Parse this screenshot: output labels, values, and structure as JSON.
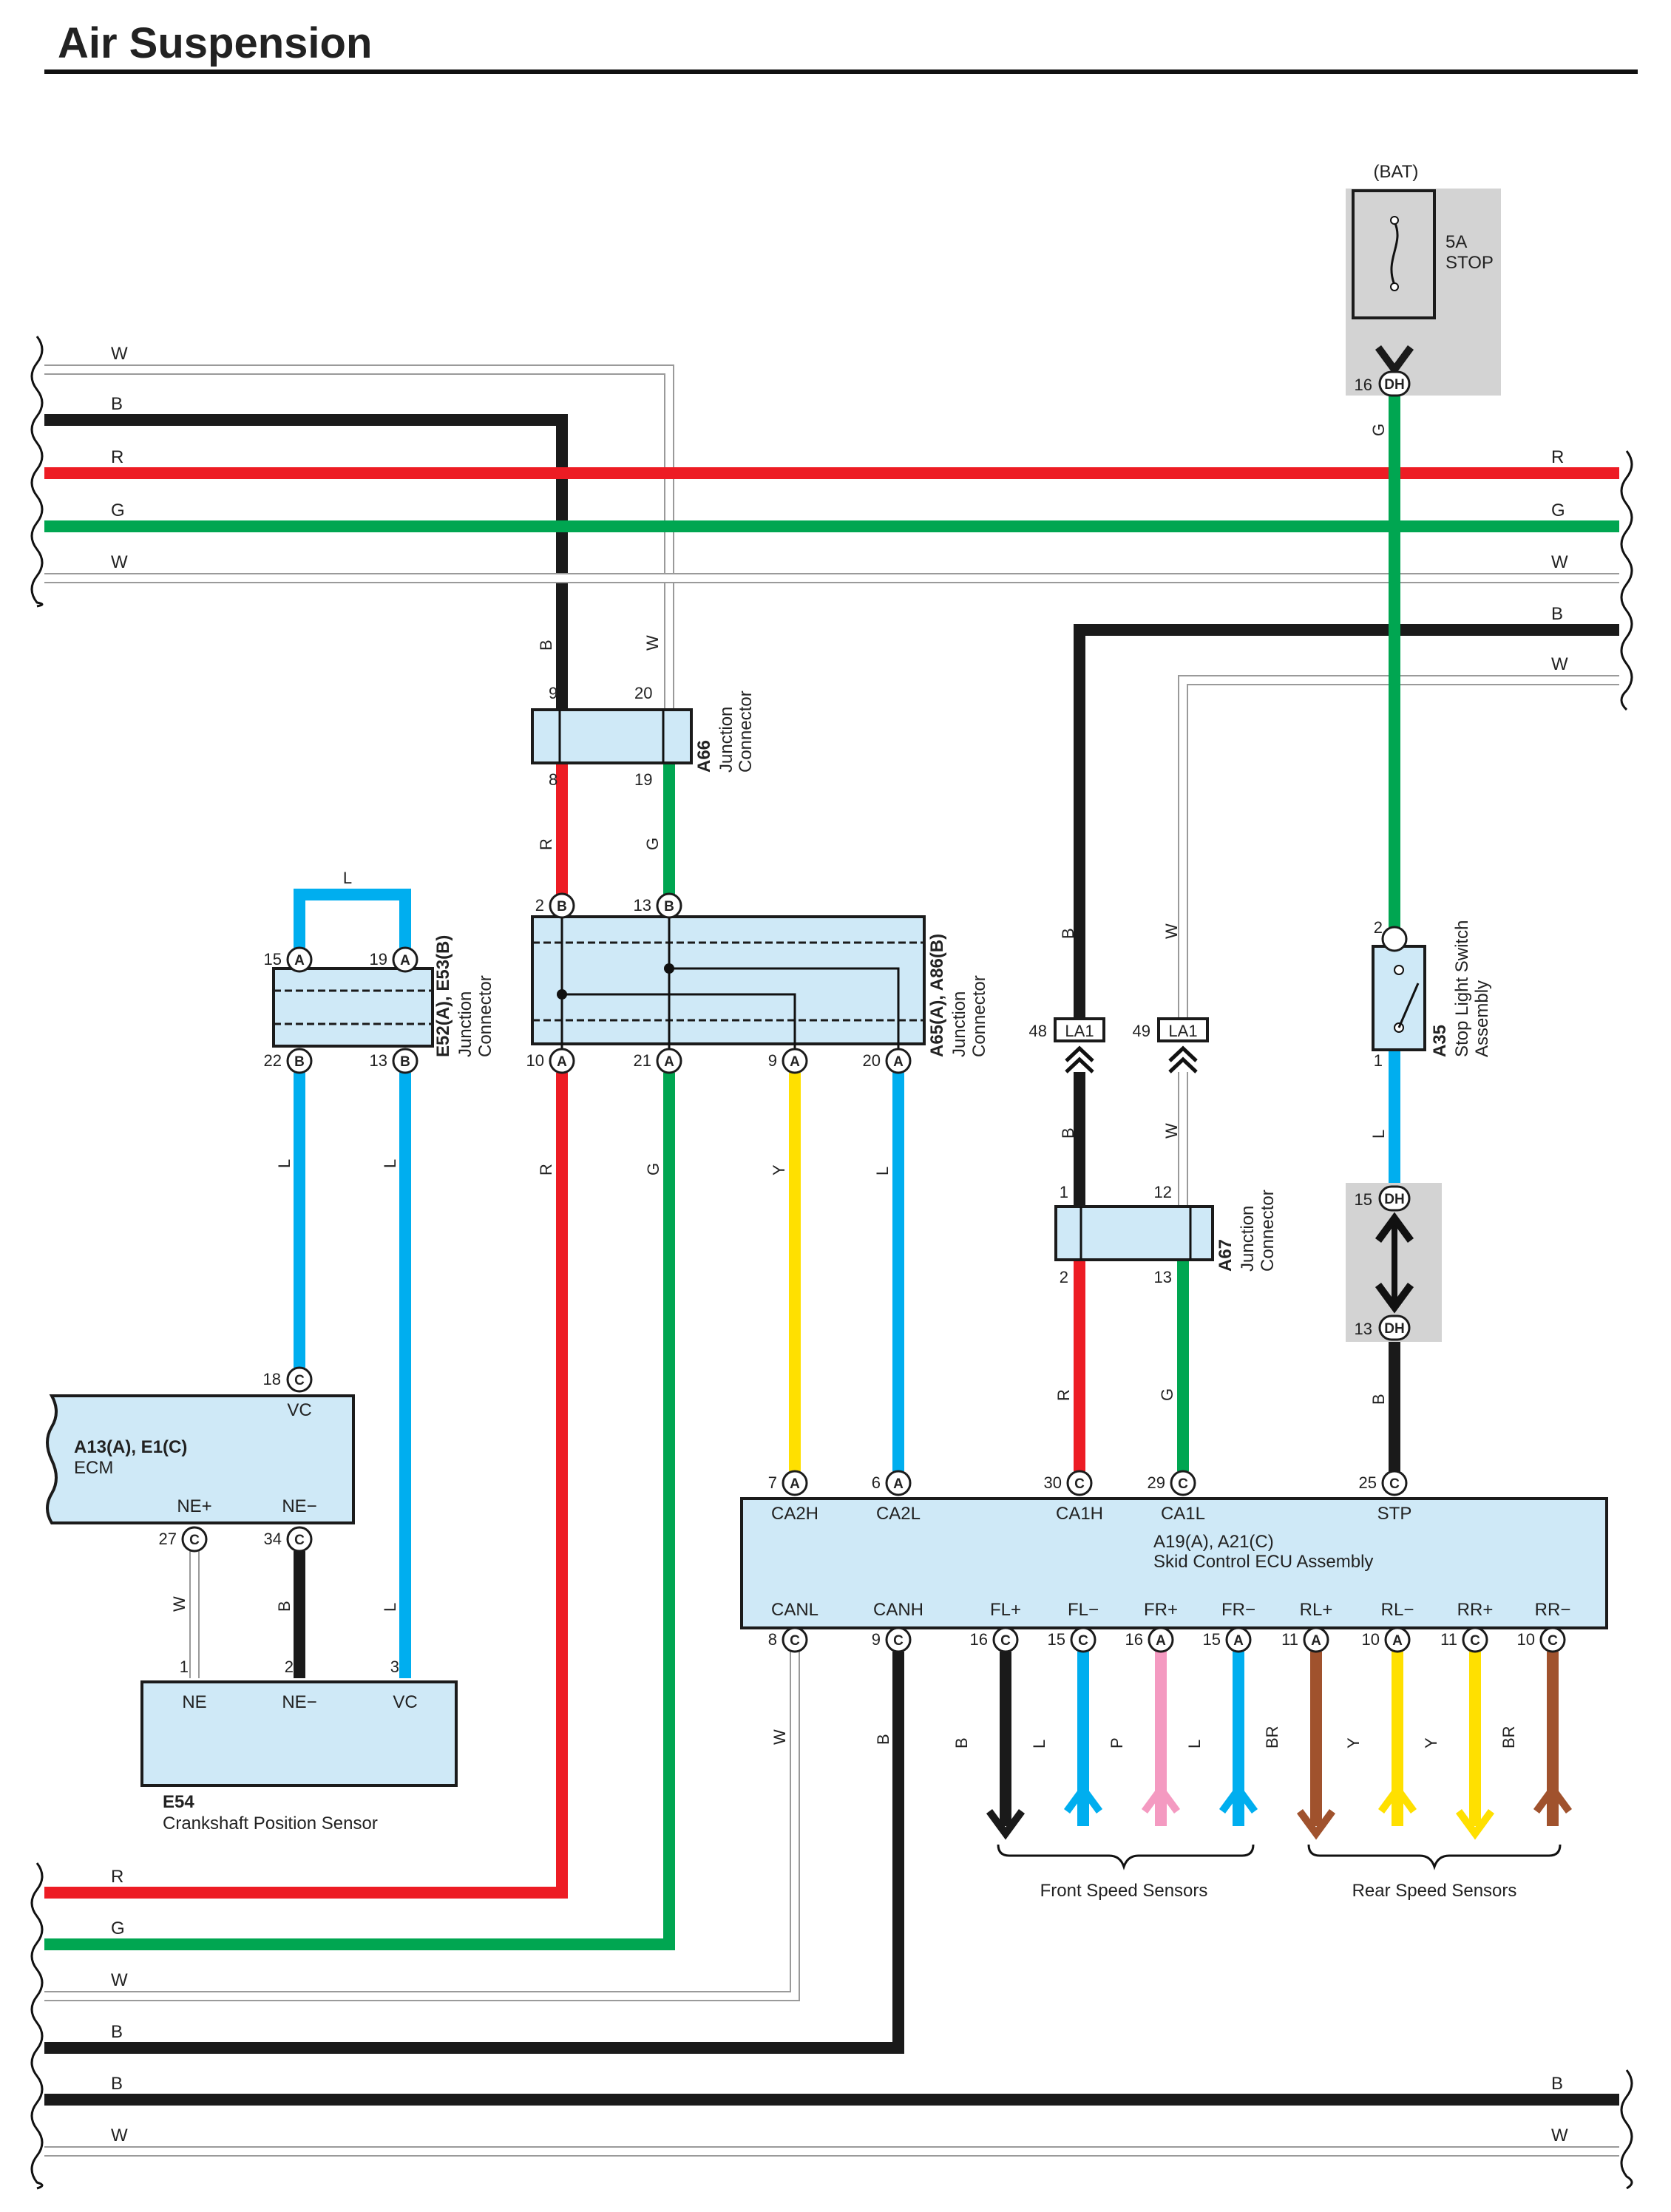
{
  "title": "Air Suspension",
  "colors": {
    "B": "#1a1a1a",
    "R": "#ed1c24",
    "G": "#00a651",
    "W": "#ffffff",
    "L": "#00aeef",
    "Y": "#ffe000",
    "P": "#f49ac1",
    "BR": "#a0522d",
    "box": "#cfe9f7"
  },
  "bus": {
    "top_left": [
      "W",
      "B",
      "R",
      "G",
      "W"
    ],
    "top_right": [
      "R",
      "G",
      "W",
      "B",
      "W"
    ],
    "bottom_left": [
      "R",
      "G",
      "W",
      "B",
      "B",
      "W"
    ],
    "bottom_right": [
      "B",
      "W"
    ]
  },
  "battery": {
    "label": "(BAT)",
    "fuse_rating": "5A",
    "fuse_name": "STOP",
    "pin_num": "16",
    "pin_code": "DH",
    "wire": "G"
  },
  "a66": {
    "id": "A66",
    "desc1": "Junction",
    "desc2": "Connector",
    "top_pins": [
      "9",
      "20"
    ],
    "bottom_pins": [
      "8",
      "19"
    ],
    "wires_top": [
      "B",
      "W"
    ],
    "wires_bottom": [
      "R",
      "G"
    ]
  },
  "e52": {
    "id": "E52(A), E53(B)",
    "desc1": "Junction",
    "desc2": "Connector",
    "loop_wire": "L",
    "top_pins": [
      {
        "num": "15",
        "code": "A"
      },
      {
        "num": "19",
        "code": "A"
      }
    ],
    "bottom_pins": [
      {
        "num": "22",
        "code": "B"
      },
      {
        "num": "13",
        "code": "B"
      }
    ],
    "wires": [
      "L",
      "L"
    ]
  },
  "a65": {
    "id": "A65(A), A86(B)",
    "desc1": "Junction",
    "desc2": "Connector",
    "top_pins": [
      {
        "num": "2",
        "code": "B"
      },
      {
        "num": "13",
        "code": "B"
      }
    ],
    "bottom_pins": [
      {
        "num": "10",
        "code": "A"
      },
      {
        "num": "21",
        "code": "A"
      },
      {
        "num": "9",
        "code": "A"
      },
      {
        "num": "20",
        "code": "A"
      }
    ],
    "wires": [
      "R",
      "G",
      "Y",
      "L"
    ]
  },
  "la1": {
    "code": "LA1",
    "pins": [
      "48",
      "49"
    ],
    "wires_upper": [
      "B",
      "W"
    ],
    "wires_lower": [
      "B",
      "W"
    ]
  },
  "a67": {
    "id": "A67",
    "desc1": "Junction",
    "desc2": "Connector",
    "top_pins": [
      "1",
      "12"
    ],
    "bottom_pins": [
      "2",
      "13"
    ],
    "wires_bottom": [
      "R",
      "G"
    ]
  },
  "stop_switch": {
    "id": "A35",
    "desc1": "Stop Light Switch",
    "desc2": "Assembly",
    "pin_in": "2",
    "pin_out": "1",
    "wire_out": "L"
  },
  "dh_connector": {
    "code": "DH",
    "pins": [
      "15",
      "13"
    ],
    "wire_out": "B"
  },
  "ecm": {
    "id": "A13(A), E1(C)",
    "name": "ECM",
    "top_pin": {
      "num": "18",
      "code": "C",
      "label": "VC"
    },
    "bottom_pins": [
      {
        "num": "27",
        "code": "C",
        "label": "NE+",
        "wire": "W"
      },
      {
        "num": "34",
        "code": "C",
        "label": "NE−",
        "wire": "B"
      }
    ]
  },
  "sensor": {
    "id": "E54",
    "name": "Crankshaft Position Sensor",
    "pins": [
      {
        "num": "1",
        "label": "NE"
      },
      {
        "num": "2",
        "label": "NE−"
      },
      {
        "num": "3",
        "label": "VC"
      }
    ],
    "vc_wire": "L"
  },
  "skid": {
    "id": "A19(A), A21(C)",
    "name": "Skid Control ECU Assembly",
    "top_pins": [
      {
        "num": "7",
        "code": "A",
        "label": "CA2H"
      },
      {
        "num": "6",
        "code": "A",
        "label": "CA2L"
      },
      {
        "num": "30",
        "code": "C",
        "label": "CA1H"
      },
      {
        "num": "29",
        "code": "C",
        "label": "CA1L"
      },
      {
        "num": "25",
        "code": "C",
        "label": "STP"
      }
    ],
    "top_wires": [
      "R",
      "G",
      "B"
    ],
    "bottom_pins": [
      {
        "num": "8",
        "code": "C",
        "label": "CANL",
        "wire": "W"
      },
      {
        "num": "9",
        "code": "C",
        "label": "CANH",
        "wire": "B"
      },
      {
        "num": "16",
        "code": "C",
        "label": "FL+",
        "wire": "B"
      },
      {
        "num": "15",
        "code": "C",
        "label": "FL−",
        "wire": "L"
      },
      {
        "num": "16",
        "code": "A",
        "label": "FR+",
        "wire": "P"
      },
      {
        "num": "15",
        "code": "A",
        "label": "FR−",
        "wire": "L"
      },
      {
        "num": "11",
        "code": "A",
        "label": "RL+",
        "wire": "BR"
      },
      {
        "num": "10",
        "code": "A",
        "label": "RL−",
        "wire": "Y"
      },
      {
        "num": "11",
        "code": "C",
        "label": "RR+",
        "wire": "Y"
      },
      {
        "num": "10",
        "code": "C",
        "label": "RR−",
        "wire": "BR"
      }
    ]
  },
  "groups": {
    "front": "Front Speed Sensors",
    "rear": "Rear Speed Sensors"
  }
}
